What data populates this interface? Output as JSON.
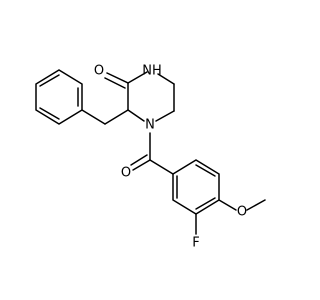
{
  "molecule": {
    "atom_labels": {
      "nh": "NH",
      "carbonyl_o_ring": "O",
      "ring_n": "N",
      "carbonyl_o_amide": "O",
      "fluorine": "F",
      "methoxy_o": "O"
    },
    "colors": {
      "bond": "#000000",
      "label": "#000000",
      "background": "#ffffff"
    }
  }
}
